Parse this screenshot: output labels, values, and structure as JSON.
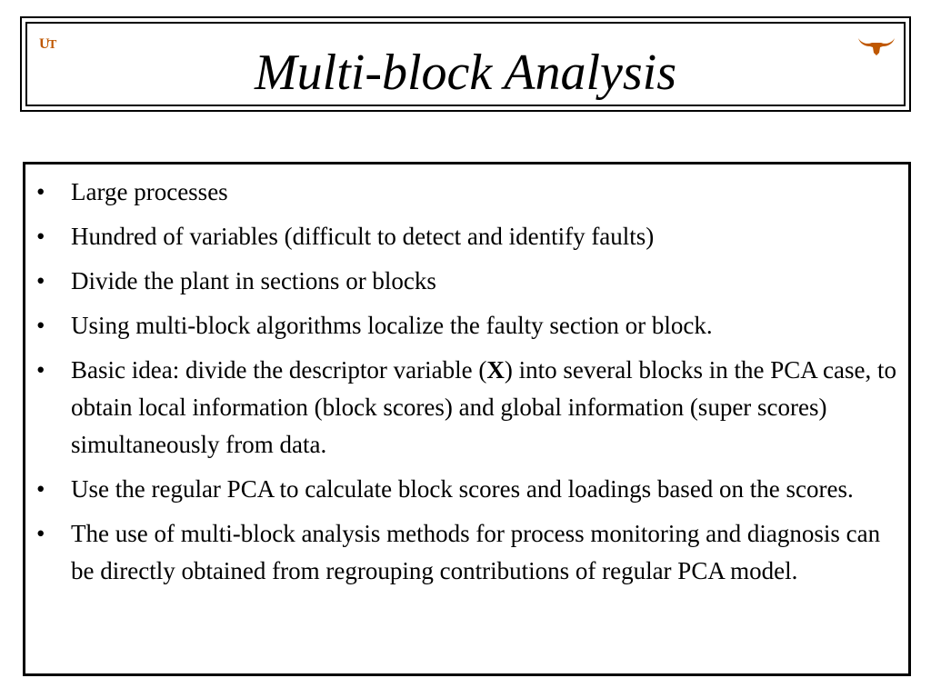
{
  "slide": {
    "title": "Multi-block Analysis",
    "logo_left_text": "UT",
    "colors": {
      "logo": "#bf5700",
      "border": "#000000",
      "text": "#000000"
    }
  },
  "bullets": [
    {
      "text": "Large processes"
    },
    {
      "text": "Hundred of variables (difficult to detect and identify faults)"
    },
    {
      "text": "Divide the plant in sections or blocks"
    },
    {
      "text": "Using multi-block algorithms localize the faulty section or block."
    },
    {
      "pre": "Basic idea: divide the descriptor variable (",
      "bold": "X",
      "post": ") into several blocks in the PCA case, to obtain local information (block scores) and global information (super scores) simultaneously from data."
    },
    {
      "text": "Use the regular PCA to calculate block scores and loadings based on the scores."
    },
    {
      "text": "The use of multi-block analysis methods for process monitoring and diagnosis can be directly obtained from regrouping contributions of regular PCA model."
    }
  ]
}
